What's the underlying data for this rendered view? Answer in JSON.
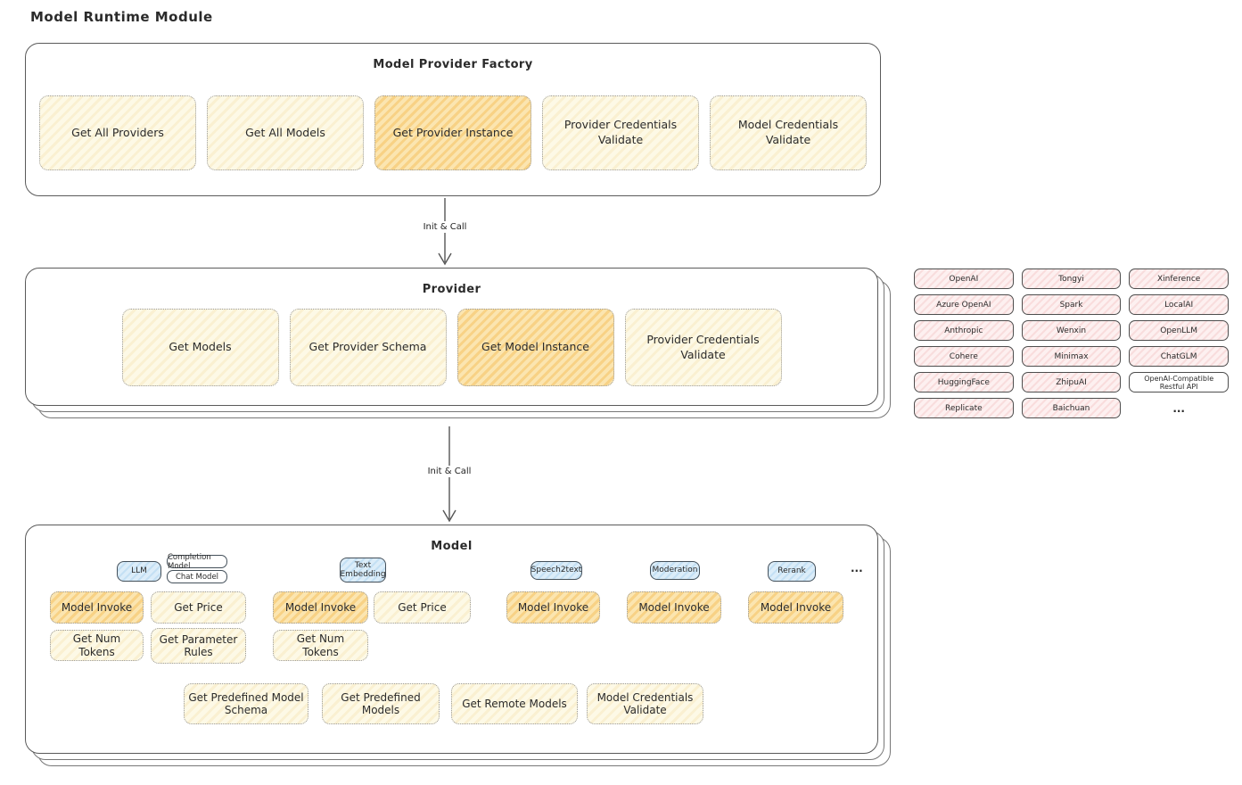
{
  "page_title": "Model Runtime Module",
  "factory": {
    "title": "Model Provider Factory",
    "boxes": [
      {
        "label": "Get All Providers",
        "highlight": false
      },
      {
        "label": "Get All Models",
        "highlight": false
      },
      {
        "label": "Get Provider Instance",
        "highlight": true
      },
      {
        "label": "Provider Credentials Validate",
        "highlight": false
      },
      {
        "label": "Model Credentials Validate",
        "highlight": false
      }
    ]
  },
  "arrows": {
    "arrow1_label": "Init & Call",
    "arrow2_label": "Init & Call"
  },
  "provider": {
    "title": "Provider",
    "boxes": [
      {
        "label": "Get Models",
        "highlight": false
      },
      {
        "label": "Get Provider Schema",
        "highlight": false
      },
      {
        "label": "Get Model Instance",
        "highlight": true
      },
      {
        "label": "Provider Credentials Validate",
        "highlight": false
      }
    ]
  },
  "providers_grid": {
    "cells": [
      "OpenAI",
      "Tongyi",
      "Xinference",
      "Azure OpenAI",
      "Spark",
      "LocalAI",
      "Anthropic",
      "Wenxin",
      "OpenLLM",
      "Cohere",
      "Minimax",
      "ChatGLM",
      "HuggingFace",
      "ZhipuAI",
      "OpenAI-Compatible Restful API",
      "Replicate",
      "Baichuan",
      "..."
    ]
  },
  "model": {
    "title": "Model",
    "tags": {
      "llm": "LLM",
      "completion_model": "Completion Model",
      "chat_model": "Chat Model",
      "text_embedding": "Text Embedding",
      "speech2text": "Speech2text",
      "moderation": "Moderation",
      "rerank": "Rerank",
      "more": "..."
    },
    "llm_group": {
      "model_invoke": "Model Invoke",
      "get_price": "Get Price",
      "get_num_tokens": "Get Num Tokens",
      "get_parameter_rules": "Get Parameter Rules"
    },
    "embedding_group": {
      "model_invoke": "Model Invoke",
      "get_price": "Get Price",
      "get_num_tokens": "Get Num Tokens"
    },
    "speech2text_group": {
      "model_invoke": "Model Invoke"
    },
    "moderation_group": {
      "model_invoke": "Model Invoke"
    },
    "rerank_group": {
      "model_invoke": "Model Invoke"
    },
    "bottom_boxes": [
      {
        "label": "Get Predefined Model Schema"
      },
      {
        "label": "Get Predefined Models"
      },
      {
        "label": "Get Remote Models"
      },
      {
        "label": "Model Credentials Validate"
      }
    ]
  },
  "colors": {
    "cream_fill": "#fdf9e6",
    "orange_highlight_fill": "#fbe5b0",
    "pink_fill": "#fdf0f0",
    "blue_tag_fill": "#dcedf9",
    "border_sketch": "#5a5a5a"
  }
}
